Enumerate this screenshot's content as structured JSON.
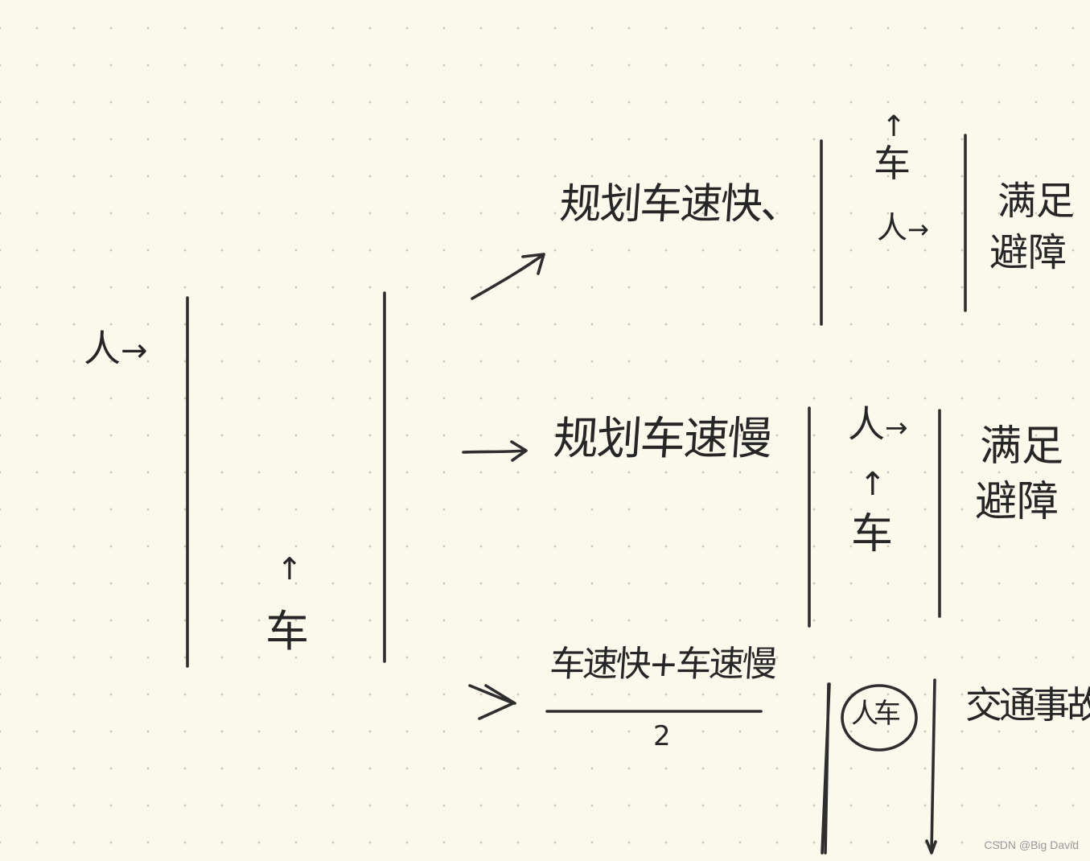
{
  "left_scene": {
    "person": "人",
    "person_arrow": "→",
    "car_arrow": "↑",
    "car": "车"
  },
  "branch_fast": {
    "label": "规划车速快、",
    "car_arrow": "↑",
    "car": "车",
    "person": "人",
    "person_arrow": "→",
    "result_line1": "满足",
    "result_line2": "避障"
  },
  "branch_slow": {
    "label": "规划车速慢",
    "person": "人",
    "person_arrow": "→",
    "car_arrow": "↑",
    "car": "车",
    "result_line1": "满足",
    "result_line2": "避障"
  },
  "branch_avg": {
    "numerator": "车速快+车速慢",
    "denominator": "2",
    "collision_mark": "人车",
    "result": "交通事故"
  },
  "watermark": "CSDN @Big David"
}
